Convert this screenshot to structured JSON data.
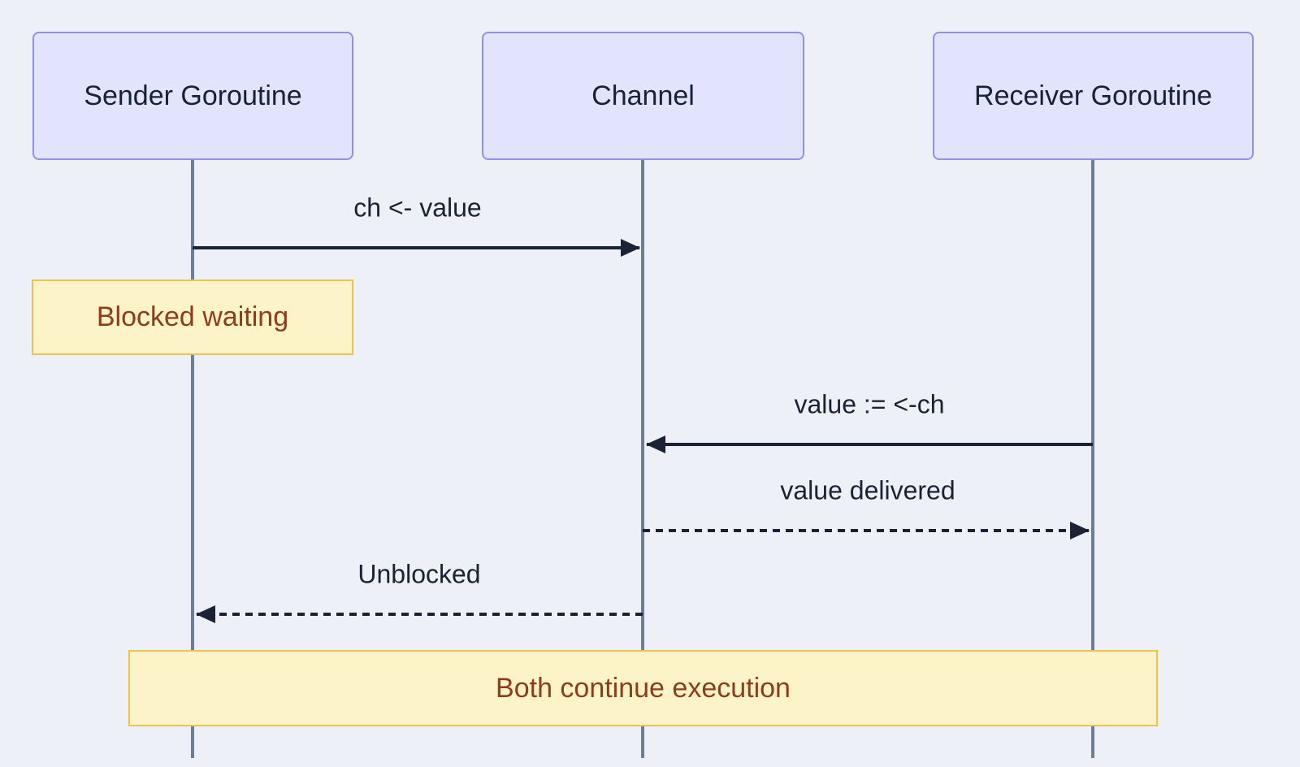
{
  "diagram": {
    "type": "sequence-diagram",
    "topic": "Go channel blocking send/receive",
    "actors": [
      {
        "id": "sender",
        "label": "Sender Goroutine"
      },
      {
        "id": "channel",
        "label": "Channel"
      },
      {
        "id": "receiver",
        "label": "Receiver Goroutine"
      }
    ],
    "messages": [
      {
        "from": "sender",
        "to": "channel",
        "label": "ch <- value",
        "line": "solid"
      },
      {
        "from": "receiver",
        "to": "channel",
        "label": "value := <-ch",
        "line": "solid"
      },
      {
        "from": "channel",
        "to": "receiver",
        "label": "value delivered",
        "line": "dashed"
      },
      {
        "from": "channel",
        "to": "sender",
        "label": "Unblocked",
        "line": "dashed"
      }
    ],
    "notes": [
      {
        "over": [
          "sender"
        ],
        "label": "Blocked waiting"
      },
      {
        "over": [
          "sender",
          "receiver"
        ],
        "label": "Both continue execution"
      }
    ]
  },
  "colors": {
    "background": "#edf1f7",
    "actor_fill": "#e2e3fc",
    "actor_border": "#8f91e8",
    "actor_text": "#16213a",
    "lifeline": "#6c7d96",
    "arrow": "#1a2335",
    "message_text": "#1a2335",
    "note_fill": "#fdf3c9",
    "note_border": "#f0c24d",
    "note_text": "#8e3d1c"
  }
}
